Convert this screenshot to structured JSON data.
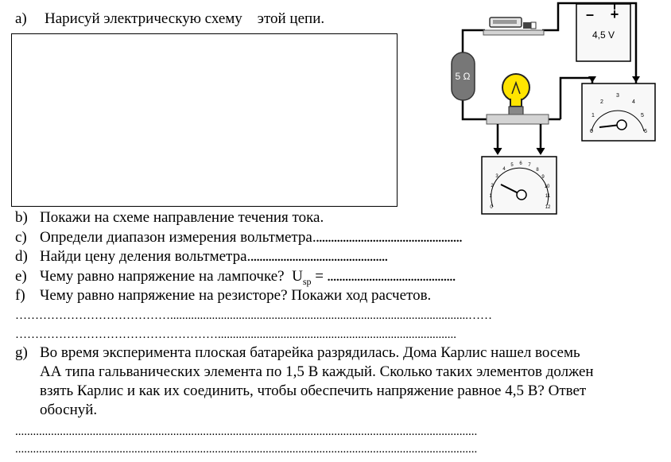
{
  "header": {
    "label": "a)",
    "text": "Нарисуй электрическую схему    этой цепи."
  },
  "tasks": [
    {
      "label": "b)",
      "text": "Покажи на схеме направление течения тока."
    },
    {
      "label": "c)",
      "text": "Определи диапазон измерения вольтметра.",
      "dots": "................................................."
    },
    {
      "label": "d)",
      "text": "Найди цену деления вольтметра.",
      "dots": ".............................................."
    },
    {
      "label": "e)",
      "text": "Чему равно напряжение на лампочке?  U",
      "sub": "sp",
      "eq": " = ",
      "dots": "..........................................."
    },
    {
      "label": "f)",
      "text": "Чему равно напряжение на резисторе? Покажи ход расчетов."
    }
  ],
  "answer_lines": {
    "f1": "…………………………………....................................................................................................……",
    "f2": "……………………………………………................................................................................",
    "g1": "...........................................................................................................................................................",
    "g2": "..........................................................................................................................................................."
  },
  "task_g": {
    "label": "g)",
    "lines": [
      "Во время эксперимента плоская батарейка разрядилась. Дома Карлис нашел восемь",
      "АА типа гальванических элемента по 1,5 В каждый. Сколько таких элементов должен",
      "взять Карлис и как их соединить, чтобы обеспечить напряжение равное 4,5 В? Ответ",
      "обоснуй."
    ]
  },
  "circuit": {
    "battery_minus": "–",
    "battery_plus": "+",
    "battery_voltage": "4,5 V",
    "resistor_label": "5 Ω",
    "voltmeter_ticks": [
      "0",
      "1",
      "2",
      "3",
      "4",
      "5",
      "6"
    ],
    "ammeter_ticks": [
      "0",
      "1",
      "2",
      "3",
      "4",
      "5",
      "6",
      "7",
      "8",
      "9",
      "10",
      "11",
      "12"
    ]
  }
}
